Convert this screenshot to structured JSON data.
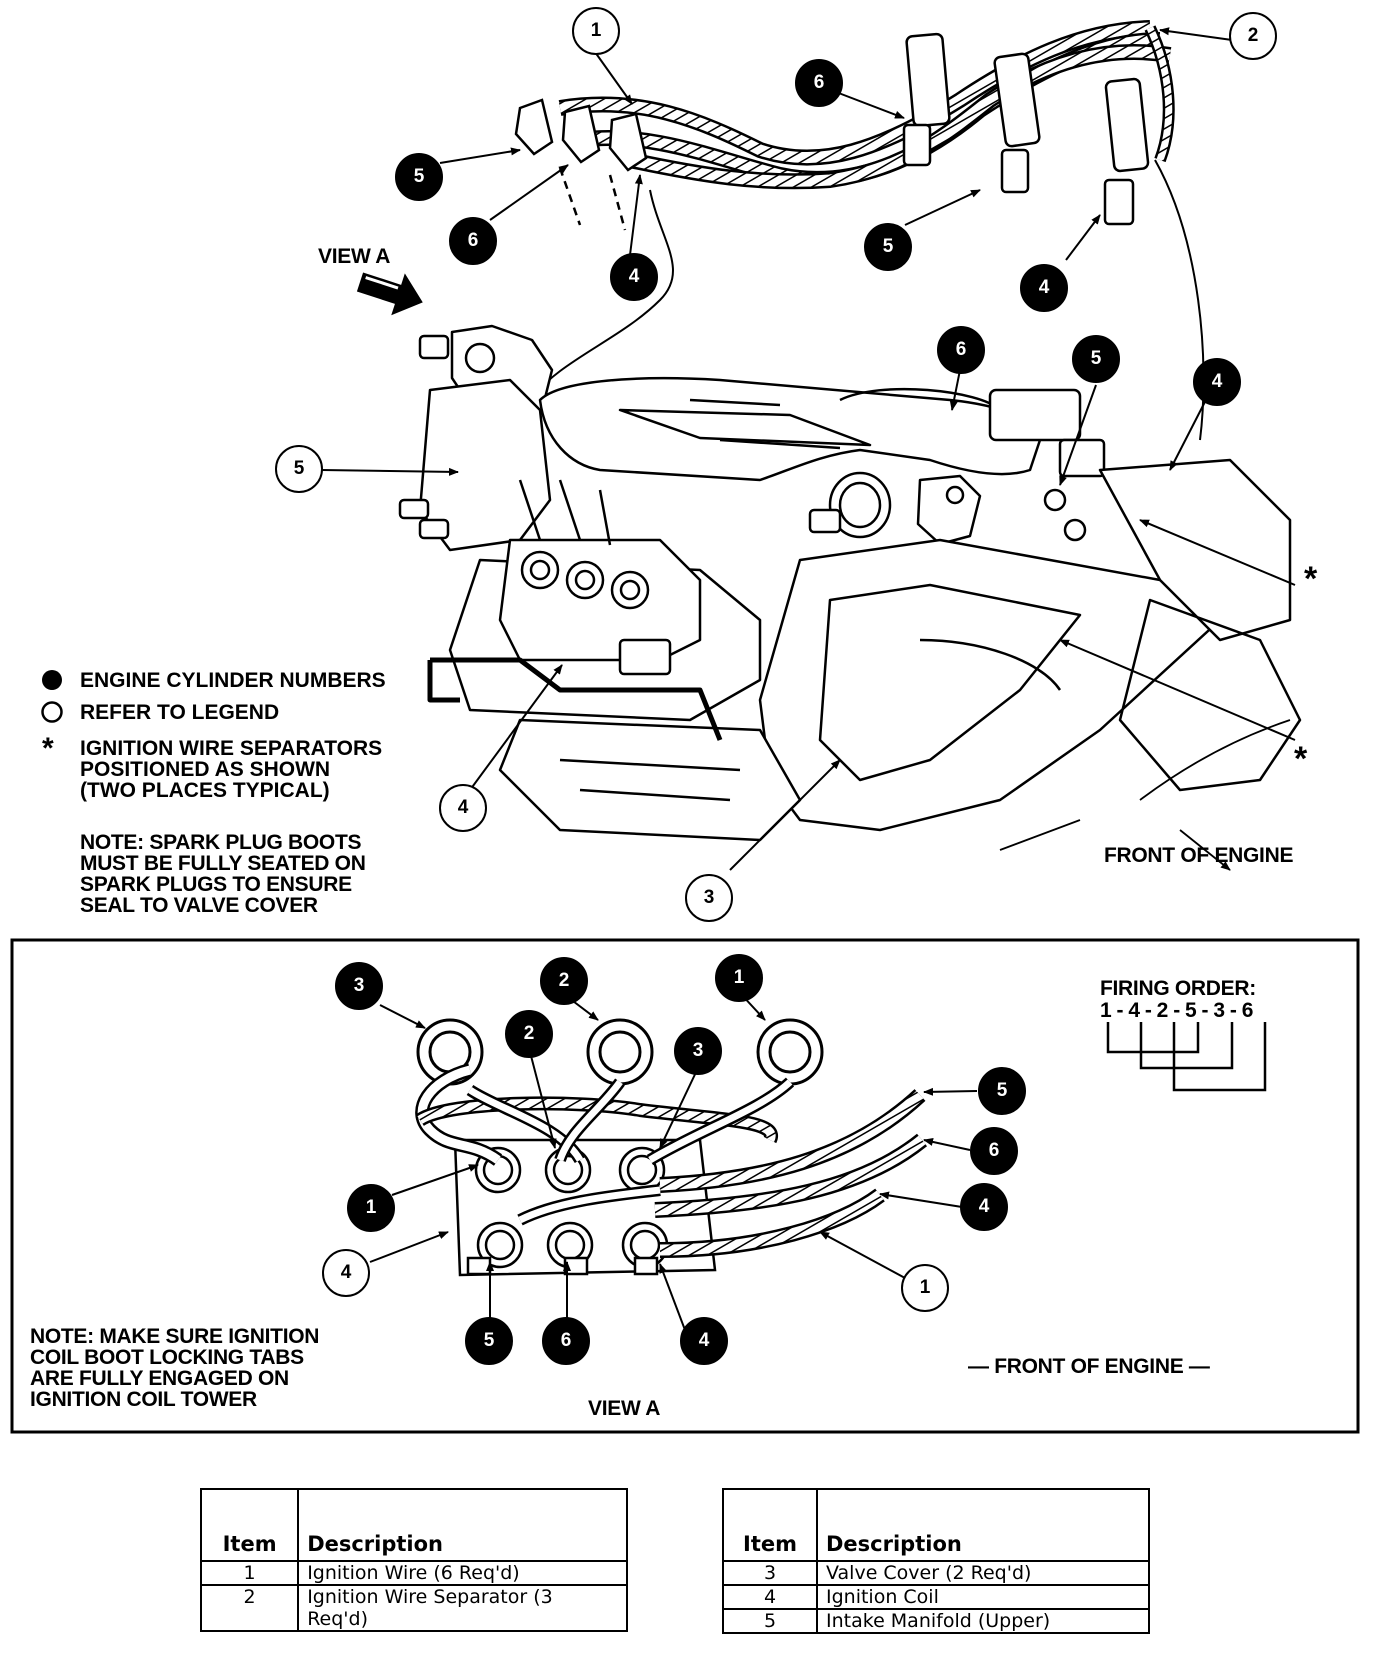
{
  "top_view": {
    "view_a_label": "VIEW A",
    "front_of_engine": "FRONT OF ENGINE",
    "separator_mark": "*"
  },
  "key": {
    "filled_circle_text": "ENGINE CYLINDER NUMBERS",
    "open_circle_text": "REFER TO LEGEND",
    "asterisk_mark": "*",
    "asterisk_text": "IGNITION WIRE SEPARATORS\nPOSITIONED AS SHOWN\n(TWO PLACES TYPICAL)"
  },
  "note_top": "NOTE: SPARK PLUG BOOTS\nMUST BE FULLY SEATED ON\nSPARK PLUGS TO ENSURE\nSEAL TO VALVE COVER",
  "view_a_panel": {
    "firing_order_title": "FIRING ORDER:",
    "firing_order": "1 - 4 - 2 - 5 - 3 - 6",
    "note": "NOTE: MAKE SURE IGNITION\nCOIL BOOT LOCKING TABS\nARE FULLY ENGAGED ON\nIGNITION COIL TOWER",
    "caption": "VIEW A",
    "front_of_engine": "— FRONT OF ENGINE —"
  },
  "callouts": {
    "top": [
      {
        "id": "t1",
        "text": "1",
        "style": "open"
      },
      {
        "id": "t2",
        "text": "2",
        "style": "open"
      },
      {
        "id": "t3",
        "text": "6",
        "style": "filled"
      },
      {
        "id": "t4",
        "text": "5",
        "style": "filled"
      },
      {
        "id": "t5",
        "text": "6",
        "style": "filled"
      },
      {
        "id": "t6",
        "text": "4",
        "style": "filled"
      },
      {
        "id": "t7",
        "text": "5",
        "style": "filled"
      },
      {
        "id": "t8",
        "text": "4",
        "style": "filled"
      },
      {
        "id": "t9",
        "text": "6",
        "style": "filled"
      },
      {
        "id": "t10",
        "text": "5",
        "style": "filled"
      },
      {
        "id": "t11",
        "text": "4",
        "style": "filled"
      },
      {
        "id": "t12",
        "text": "5",
        "style": "open"
      },
      {
        "id": "t13",
        "text": "4",
        "style": "open"
      },
      {
        "id": "t14",
        "text": "3",
        "style": "open"
      }
    ],
    "view_a": [
      {
        "id": "v1",
        "text": "3",
        "style": "filled"
      },
      {
        "id": "v2",
        "text": "2",
        "style": "filled"
      },
      {
        "id": "v3",
        "text": "1",
        "style": "filled"
      },
      {
        "id": "v4",
        "text": "2",
        "style": "filled"
      },
      {
        "id": "v5",
        "text": "3",
        "style": "filled"
      },
      {
        "id": "v6",
        "text": "5",
        "style": "filled"
      },
      {
        "id": "v7",
        "text": "6",
        "style": "filled"
      },
      {
        "id": "v8",
        "text": "4",
        "style": "filled"
      },
      {
        "id": "v9",
        "text": "1",
        "style": "filled"
      },
      {
        "id": "v10",
        "text": "4",
        "style": "open"
      },
      {
        "id": "v11",
        "text": "1",
        "style": "open"
      },
      {
        "id": "v12",
        "text": "5",
        "style": "filled"
      },
      {
        "id": "v13",
        "text": "6",
        "style": "filled"
      },
      {
        "id": "v14",
        "text": "4",
        "style": "filled"
      }
    ]
  },
  "legend_tables": [
    {
      "headers": [
        "Item",
        "Description"
      ],
      "rows": [
        {
          "item": "1",
          "description": "Ignition Wire (6 Req'd)"
        },
        {
          "item": "2",
          "description": "Ignition Wire Separator (3 Req'd)"
        }
      ]
    },
    {
      "headers": [
        "Item",
        "Description"
      ],
      "rows": [
        {
          "item": "3",
          "description": "Valve Cover (2 Req'd)"
        },
        {
          "item": "4",
          "description": "Ignition Coil"
        },
        {
          "item": "5",
          "description": "Intake Manifold (Upper)"
        }
      ]
    }
  ]
}
